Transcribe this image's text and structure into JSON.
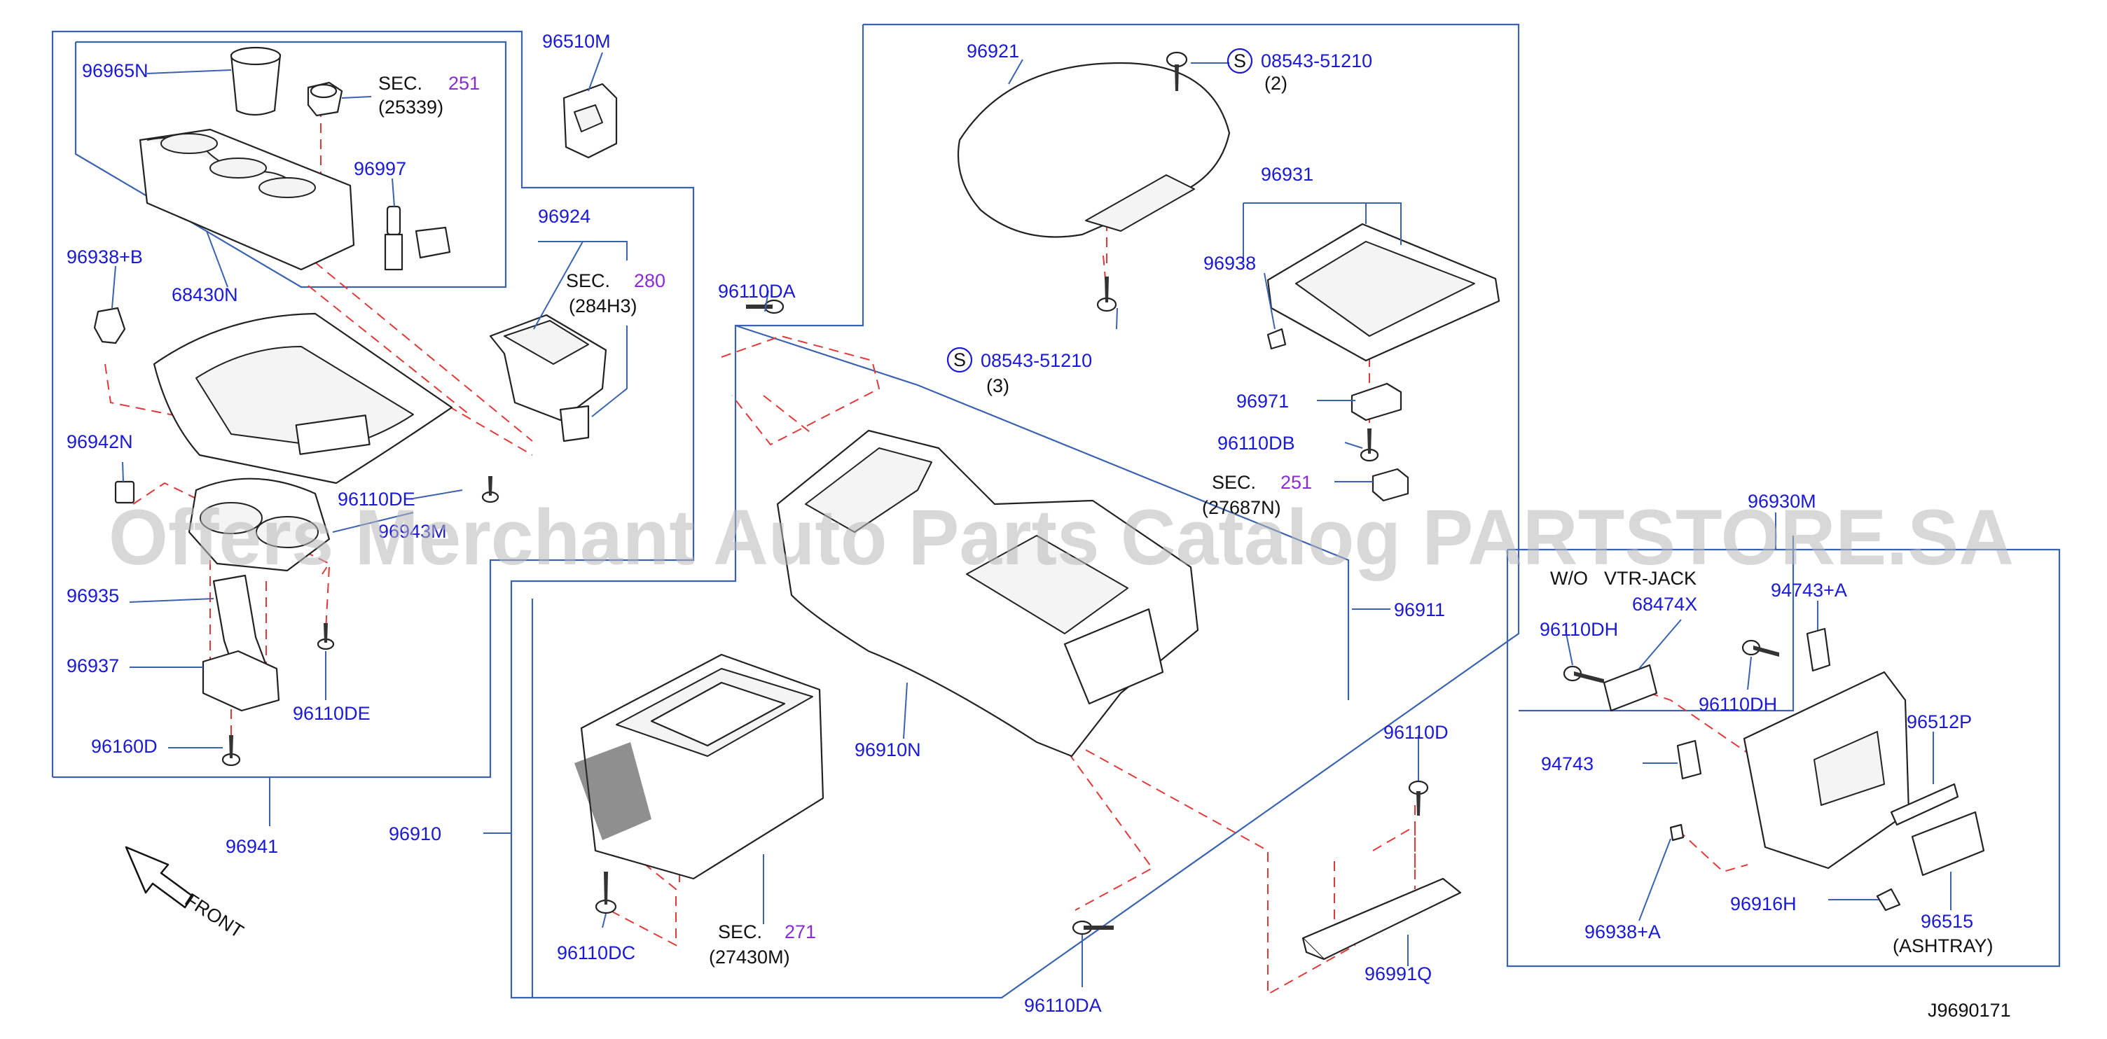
{
  "labels": {
    "l96965N": "96965N",
    "sec251_top": "SEC.",
    "sec251_top_num": "251",
    "p25339": "(25339)",
    "l96997": "96997",
    "l96938B": "96938+B",
    "l68430N": "68430N",
    "l96510M": "96510M",
    "l96924": "96924",
    "sec280": "SEC.",
    "sec280_num": "280",
    "p284H3": "(284H3)",
    "l96942N": "96942N",
    "l96110DE_a": "96110DE",
    "l96943M": "96943M",
    "l96935": "96935",
    "l96937": "96937",
    "l96110DE_b": "96110DE",
    "l96160D": "96160D",
    "l96941": "96941",
    "front": "FRONT",
    "l96921": "96921",
    "s_mark_a": "S",
    "l08543_a": "08543-51210",
    "q2": "(2)",
    "s_mark_b": "S",
    "l08543_b": "08543-51210",
    "q3": "(3)",
    "l96110DA_a": "96110DA",
    "l96931": "96931",
    "l96938": "96938",
    "l96971": "96971",
    "l96110DB": "96110DB",
    "sec251_mid": "SEC.",
    "sec251_mid_num": "251",
    "p27687N": "(27687N)",
    "l96911": "96911",
    "l96910N": "96910N",
    "l96910": "96910",
    "l96110DC": "96110DC",
    "sec271": "SEC.",
    "sec271_num": "271",
    "p27430M": "(27430M)",
    "l96110DA_b": "96110DA",
    "l96110D": "96110D",
    "l96991Q": "96991Q",
    "l96930M": "96930M",
    "wo": "W/O",
    "vtrjack": "VTR-JACK",
    "l68474X": "68474X",
    "l96110DH_a": "96110DH",
    "l94743A": "94743+A",
    "l96110DH_b": "96110DH",
    "l96512P": "96512P",
    "l94743": "94743",
    "l96938A": "96938+A",
    "l96916H": "96916H",
    "l96515": "96515",
    "ashtray": "(ASHTRAY)",
    "diagram_id": "J9690171"
  },
  "watermark": "Offers Merchant Auto Parts Catalog PARTSTORE.SA",
  "colors": {
    "part_number": "#1a1ad6",
    "section_number": "#8a2bd6",
    "frame_line": "#3a62b0",
    "dashed_guide": "#e03a3a",
    "drawing_line": "#222222",
    "watermark": "#b8b8b8"
  },
  "icons": {
    "front_arrow": "front-arrow-icon",
    "s_marker": "circled-s-icon"
  }
}
